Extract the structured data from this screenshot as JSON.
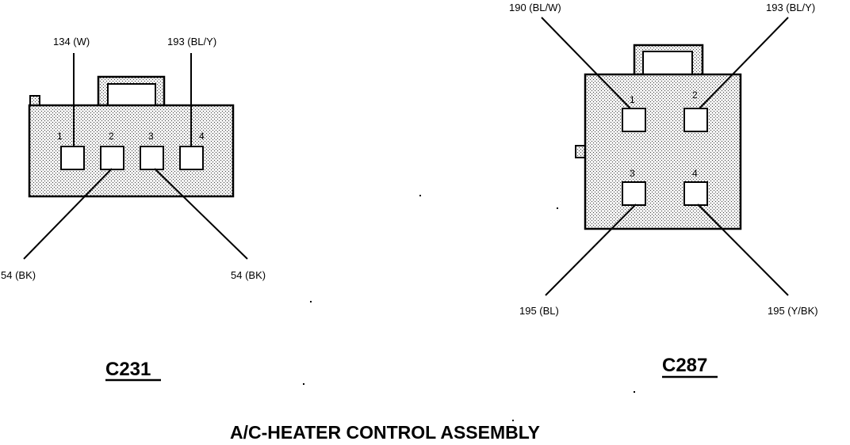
{
  "title": "A/C-HEATER CONTROL ASSEMBLY",
  "connectors": [
    {
      "id": "c231",
      "name": "C231",
      "pins": [
        {
          "number": "1",
          "wire": "134 (W)"
        },
        {
          "number": "2",
          "wire": "54 (BK)"
        },
        {
          "number": "3",
          "wire": "54 (BK)"
        },
        {
          "number": "4",
          "wire": "193 (BL/Y)"
        }
      ]
    },
    {
      "id": "c287",
      "name": "C287",
      "pins": [
        {
          "number": "1",
          "wire": "190 (BL/W)"
        },
        {
          "number": "2",
          "wire": "193 (BL/Y)"
        },
        {
          "number": "3",
          "wire": "195 (BL)"
        },
        {
          "number": "4",
          "wire": "195 (Y/BK)"
        }
      ]
    }
  ],
  "colors": {
    "line": "#000000",
    "housing_fill": "#e2e2e2",
    "background": "#ffffff"
  }
}
